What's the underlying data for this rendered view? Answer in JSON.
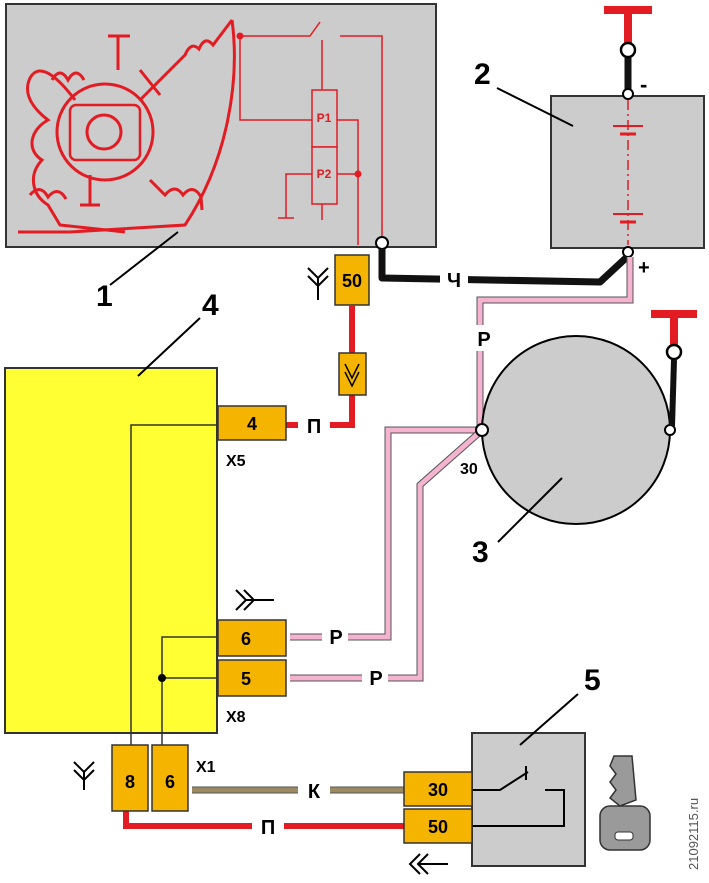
{
  "components": {
    "starter": {
      "number": "1",
      "relay_labels": [
        "P1",
        "P2"
      ]
    },
    "battery": {
      "number": "2",
      "neg_sign": "-",
      "pos_sign": "+"
    },
    "generator": {
      "number": "3",
      "terminal": "30"
    },
    "mounting_block": {
      "number": "4"
    },
    "ignition_switch": {
      "number": "5"
    }
  },
  "connectors": {
    "starter_terminal": "50",
    "x5": {
      "name": "X5",
      "pin": "4"
    },
    "x8": {
      "name": "X8",
      "pins": [
        "6",
        "5"
      ]
    },
    "x1": {
      "name": "X1",
      "pins": [
        "8",
        "6"
      ]
    },
    "switch_terminals": [
      "30",
      "50"
    ]
  },
  "wires": {
    "black": "Ч",
    "pink": "Р",
    "red": "П",
    "brown": "К"
  },
  "watermark": "21092115.ru",
  "colors": {
    "panel_gray": "#cccccc",
    "starter_red": "#e31b23",
    "block_yellow": "#ffff33",
    "connector_orange": "#f5b400",
    "wire_pink": "#f4b3cf",
    "wire_brown": "#9e8a62",
    "wire_red": "#e31b23",
    "wire_black": "#111111"
  }
}
